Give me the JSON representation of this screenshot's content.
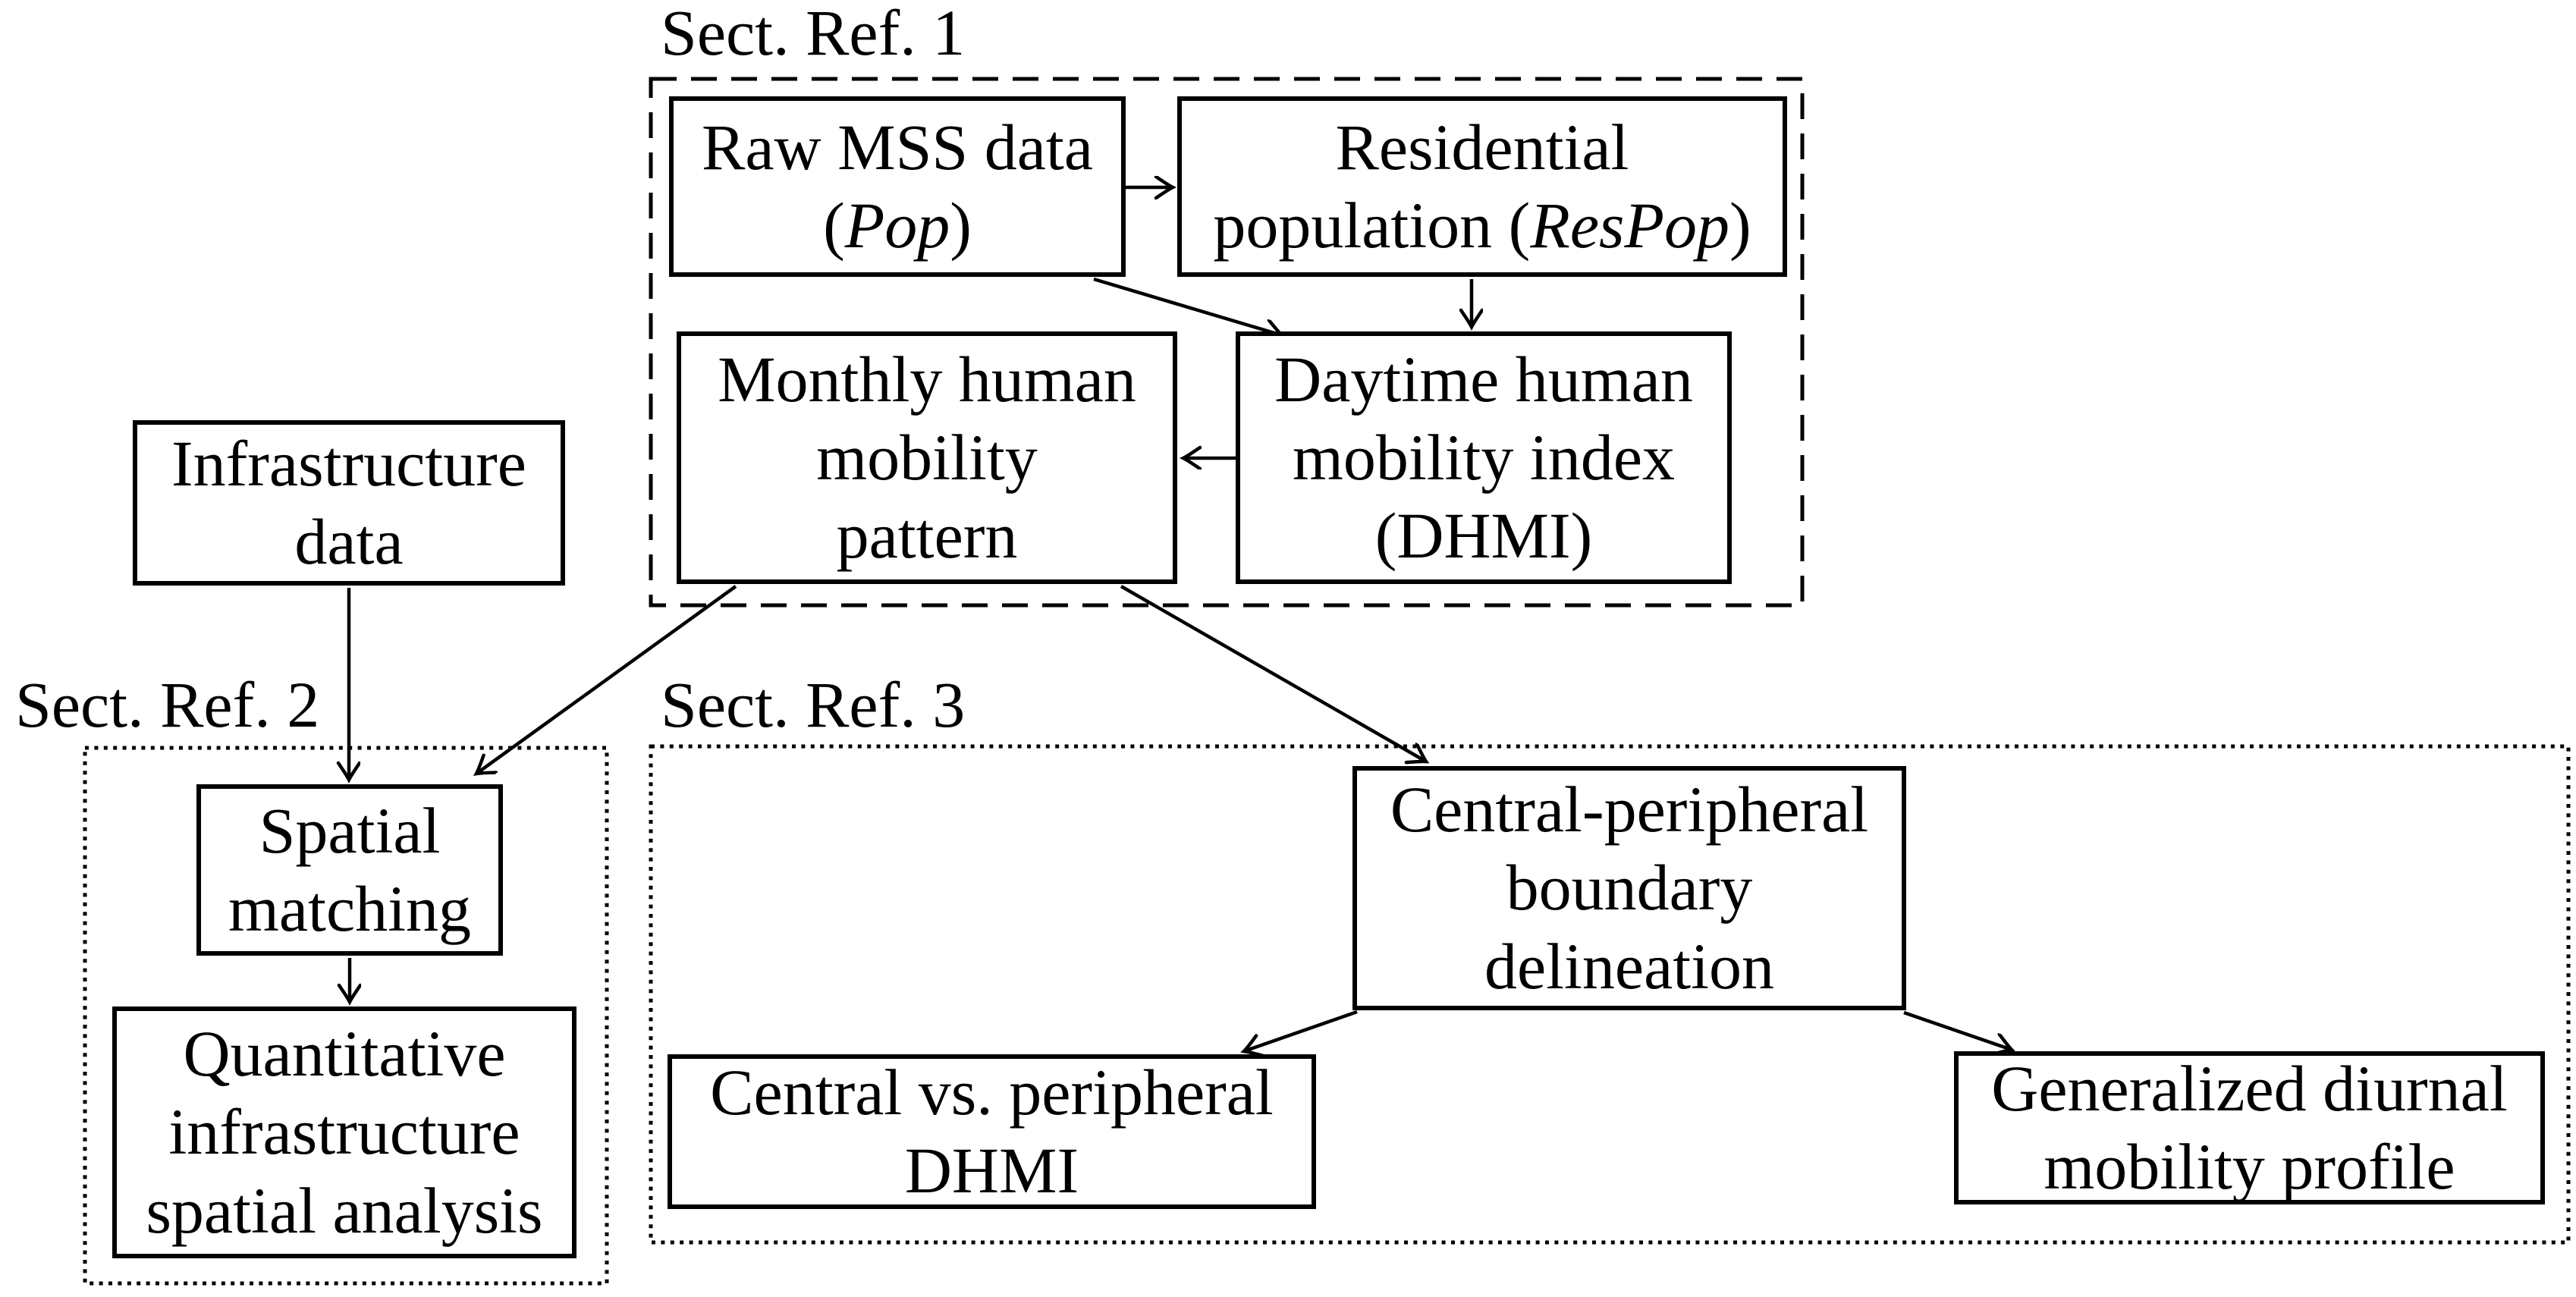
{
  "colors": {
    "ink": "#000000",
    "paper": "#ffffff"
  },
  "labels": {
    "sect1": "Sect. Ref. 1",
    "sect2": "Sect. Ref. 2",
    "sect3": "Sect. Ref. 3"
  },
  "nodes": {
    "raw_mss": {
      "lines": [
        [
          {
            "t": "Raw MSS data"
          }
        ],
        [
          {
            "t": "("
          },
          {
            "t": "Pop",
            "italic": true
          },
          {
            "t": ")"
          }
        ]
      ]
    },
    "residential": {
      "lines": [
        [
          {
            "t": "Residential"
          }
        ],
        [
          {
            "t": "population ("
          },
          {
            "t": "ResPop",
            "italic": true
          },
          {
            "t": ")"
          }
        ]
      ]
    },
    "monthly": {
      "lines": [
        [
          {
            "t": "Monthly human"
          }
        ],
        [
          {
            "t": "mobility"
          }
        ],
        [
          {
            "t": "pattern"
          }
        ]
      ]
    },
    "dhmi": {
      "lines": [
        [
          {
            "t": "Daytime human"
          }
        ],
        [
          {
            "t": "mobility index"
          }
        ],
        [
          {
            "t": "(DHMI)"
          }
        ]
      ]
    },
    "infrastructure": {
      "lines": [
        [
          {
            "t": "Infrastructure"
          }
        ],
        [
          {
            "t": "data"
          }
        ]
      ]
    },
    "spatial_matching": {
      "lines": [
        [
          {
            "t": "Spatial"
          }
        ],
        [
          {
            "t": "matching"
          }
        ]
      ]
    },
    "quantitative": {
      "lines": [
        [
          {
            "t": "Quantitative"
          }
        ],
        [
          {
            "t": "infrastructure"
          }
        ],
        [
          {
            "t": "spatial analysis"
          }
        ]
      ]
    },
    "central_peripheral": {
      "lines": [
        [
          {
            "t": "Central-peripheral"
          }
        ],
        [
          {
            "t": "boundary"
          }
        ],
        [
          {
            "t": "delineation"
          }
        ]
      ]
    },
    "central_vs_peripheral": {
      "lines": [
        [
          {
            "t": "Central vs. peripheral"
          }
        ],
        [
          {
            "t": "DHMI"
          }
        ]
      ]
    },
    "generalized_diurnal": {
      "lines": [
        [
          {
            "t": "Generalized diurnal"
          }
        ],
        [
          {
            "t": "mobility profile"
          }
        ]
      ]
    }
  },
  "edges": [
    {
      "from": "raw_mss",
      "to": "residential"
    },
    {
      "from": "raw_mss",
      "to": "dhmi"
    },
    {
      "from": "residential",
      "to": "dhmi"
    },
    {
      "from": "dhmi",
      "to": "monthly"
    },
    {
      "from": "infrastructure",
      "to": "spatial_matching"
    },
    {
      "from": "monthly",
      "to": "spatial_matching"
    },
    {
      "from": "monthly",
      "to": "central_peripheral"
    },
    {
      "from": "spatial_matching",
      "to": "quantitative"
    },
    {
      "from": "central_peripheral",
      "to": "central_vs_peripheral"
    },
    {
      "from": "central_peripheral",
      "to": "generalized_diurnal"
    }
  ]
}
